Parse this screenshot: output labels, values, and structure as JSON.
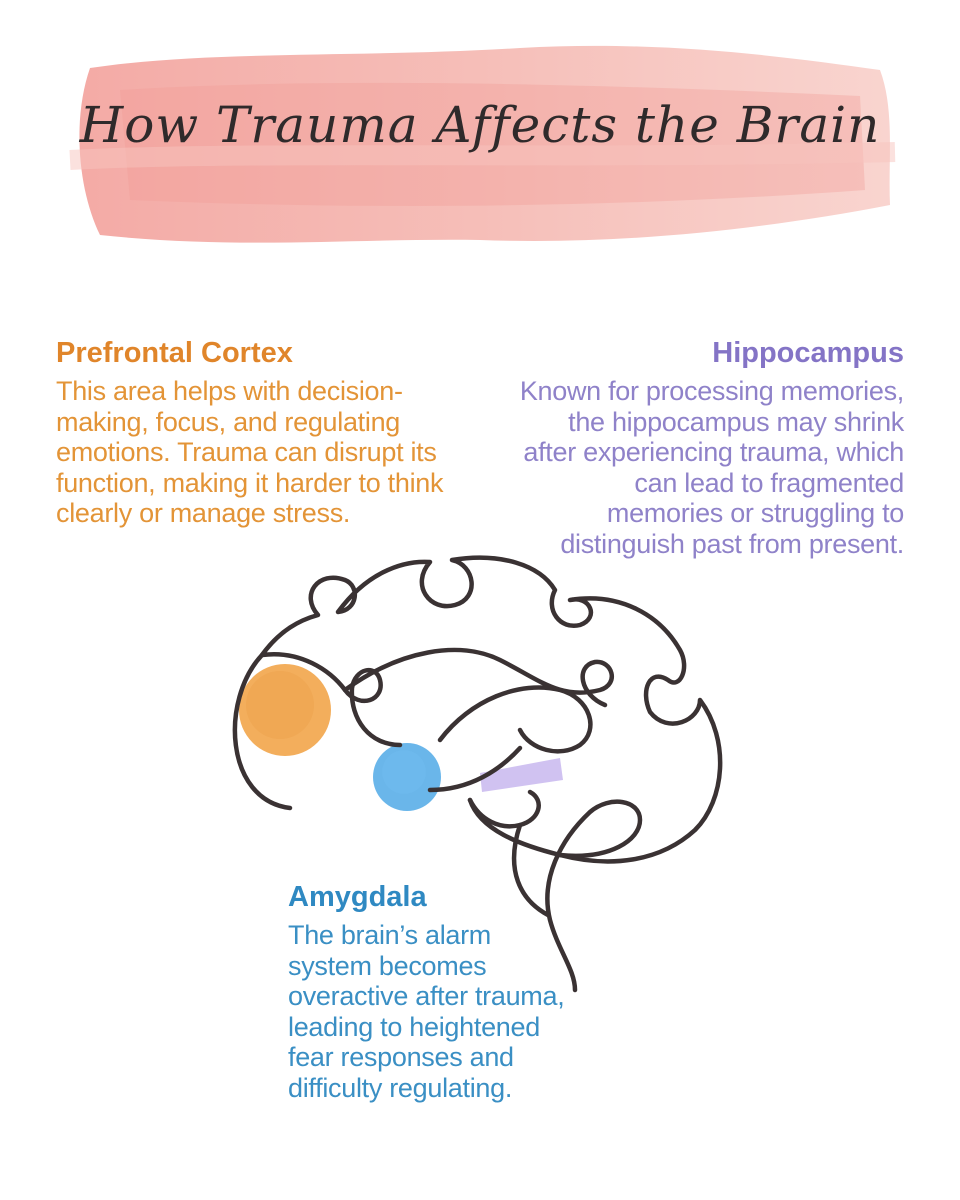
{
  "title": "How Trauma Affects the Brain",
  "sections": {
    "prefrontal": {
      "heading": "Prefrontal Cortex",
      "body": "This area helps with decision-making, focus, and regulating emotions. Trauma can disrupt its function, making it harder to think clearly or manage stress."
    },
    "hippocampus": {
      "heading": "Hippocampus",
      "body": "Known for processing memories, the hippocampus may shrink after experiencing trauma, which can lead to fragmented memories or struggling to distinguish past from present."
    },
    "amygdala": {
      "heading": "Amygdala",
      "body": "The brain’s alarm system becomes overactive after trauma, leading to heightened fear responses and difficulty regulating."
    }
  },
  "colors": {
    "title_banner": "#f2a9a4",
    "prefrontal": "#e0852a",
    "hippocampus": "#8474c6",
    "amygdala": "#2f89c2",
    "line": "#3a3233"
  },
  "icons": {
    "brain": "brain-line-illustration",
    "prefrontal_dot": "orange-watercolor-dot",
    "amygdala_dot": "blue-watercolor-dot",
    "hippocampus_mark": "purple-watercolor-stroke"
  }
}
